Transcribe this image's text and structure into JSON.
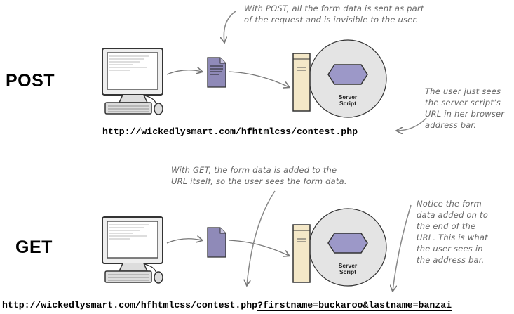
{
  "post": {
    "method": "POST",
    "url": "http://wickedlysmart.com/hfhtmlcss/contest.php",
    "note_top": "With POST, all the form data is sent as part of the request and is invisible to the user.",
    "note_side": "The user just sees the server script’s URL in her browser address bar.",
    "server_label": "Server Script"
  },
  "get": {
    "method": "GET",
    "url_base": "http://wickedlysmart.com/hfhtmlcss/contest.php",
    "url_query": "?firstname=buckaroo&lastname=banzai",
    "note_top": "With GET, the form data is added to the URL itself, so the user sees the form data.",
    "note_side": "Notice the form data added on to the end of the URL. This is what the user sees in the address bar.",
    "server_label": "Server Script"
  },
  "colors": {
    "doc_purple": "#8f8ab8",
    "script_purple": "#9c98c8",
    "cloud_fill": "#e4e4e4",
    "note_gray": "#666666",
    "arrow_gray": "#888888"
  }
}
